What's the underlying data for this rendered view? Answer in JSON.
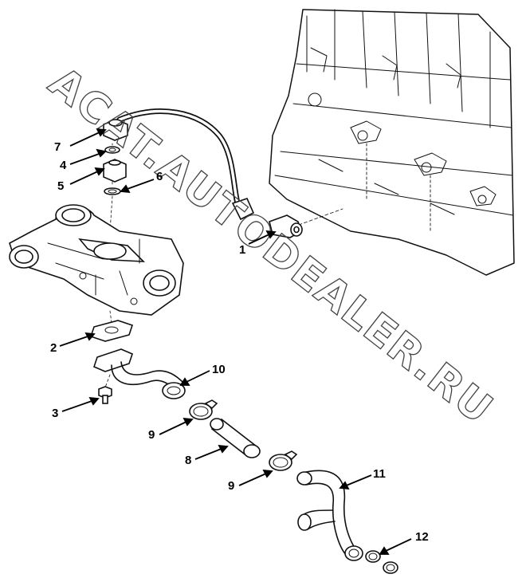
{
  "watermark": "ACAT.AUTODEALER.RU",
  "callouts": {
    "c1": "1",
    "c2": "2",
    "c3": "3",
    "c4": "4",
    "c5": "5",
    "c6": "6",
    "c7": "7",
    "c8": "8",
    "c9a": "9",
    "c9b": "9",
    "c10": "10",
    "c11": "11",
    "c12": "12"
  }
}
